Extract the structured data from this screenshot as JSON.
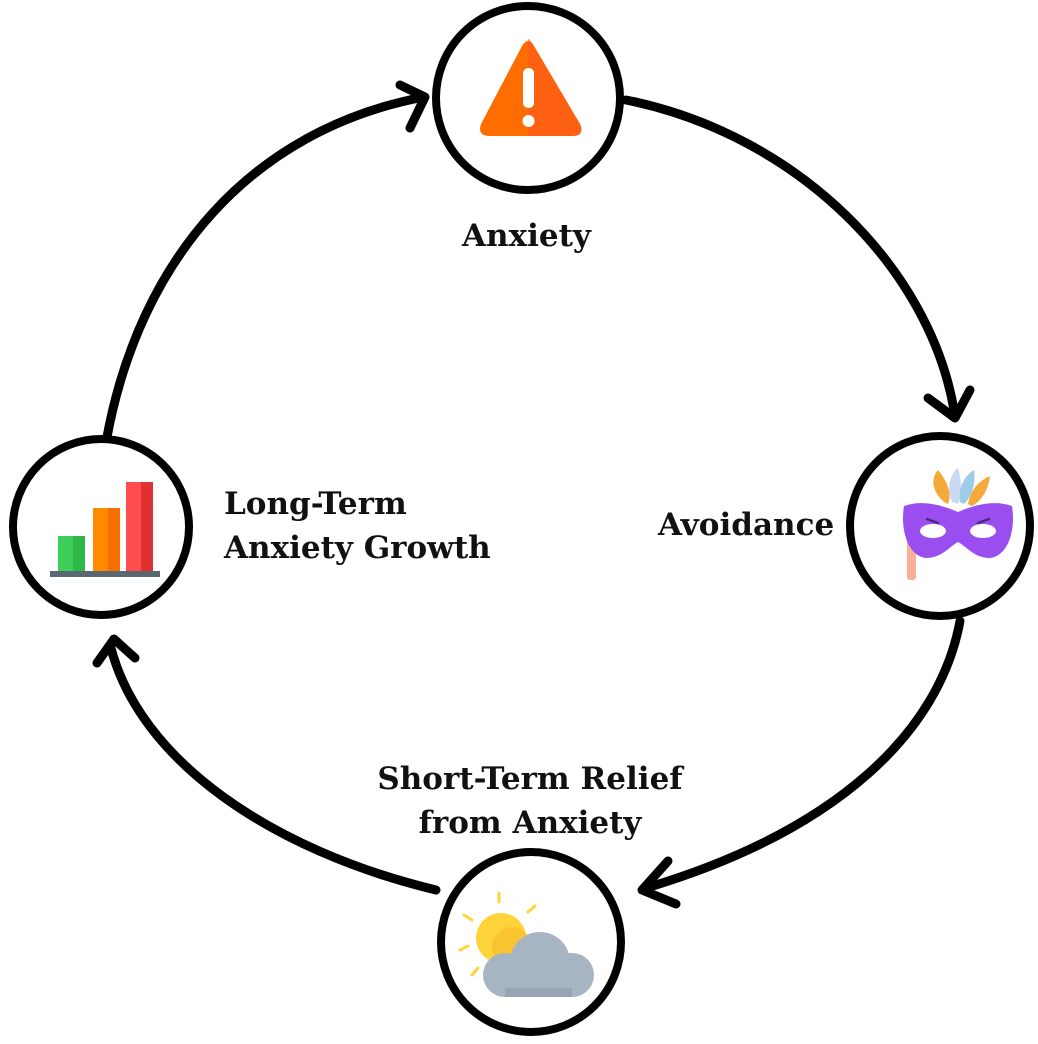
{
  "nodes": {
    "anxiety": {
      "label": "Anxiety",
      "icon": "warning-triangle-icon"
    },
    "avoidance": {
      "label": "Avoidance",
      "icon": "masquerade-mask-icon"
    },
    "relief": {
      "label_lines": [
        "Short-Term Relief",
        "from Anxiety"
      ],
      "icon": "sun-behind-cloud-icon"
    },
    "growth": {
      "label_lines": [
        "Long-Term",
        "Anxiety Growth"
      ],
      "icon": "bar-chart-icon"
    }
  },
  "colors": {
    "stroke": "#000000",
    "warning_orange": "#ff6d00",
    "mask_purple": "#9b4ef0",
    "feather_orange": "#f6a93b",
    "feather_blue": "#9ecbe8",
    "sun_yellow": "#ffd43b",
    "cloud_gray": "#a7b4c2",
    "bar_green": "#3ecf5a",
    "bar_orange": "#ff8a00",
    "bar_red": "#ee3a3a"
  }
}
